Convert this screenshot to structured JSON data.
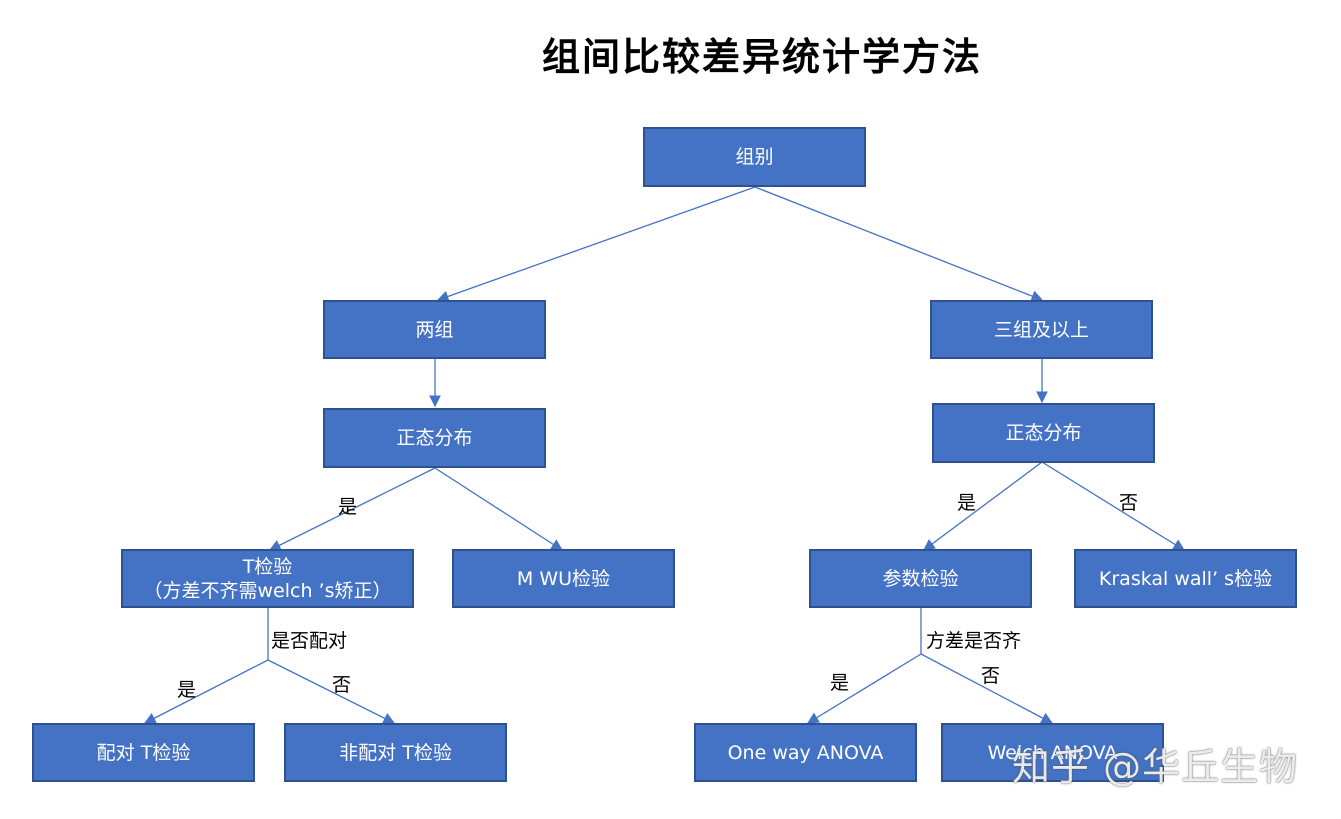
{
  "title": "组间比较差异统计学方法",
  "nodes": {
    "root": "组别",
    "two_groups": "两组",
    "three_plus": "三组及以上",
    "normal_left": "正态分布",
    "normal_right": "正态分布",
    "t_test": "T检验",
    "t_test_note": "（方差不齐需welch ’s矫正）",
    "mwu": "M WU检验",
    "param_test": "参数检验",
    "kruskal": "Kraskal wall’ s检验",
    "paired_t": "配对 T检验",
    "unpaired_t": "非配对 T检验",
    "one_way": "One way ANOVA",
    "welch": "Welch ANOVA"
  },
  "labels": {
    "yes_left_normal": "是",
    "is_paired": "是否配对",
    "yes_paired": "是",
    "no_paired": "否",
    "yes_right_normal": "是",
    "no_right_normal": "否",
    "equal_variance": "方差是否齐",
    "yes_variance": "是",
    "no_variance": "否"
  },
  "watermark": "知乎 @华丘生物",
  "colors": {
    "node_fill": "#4472c4",
    "node_border": "#2f528f",
    "edge": "#4472c4"
  }
}
